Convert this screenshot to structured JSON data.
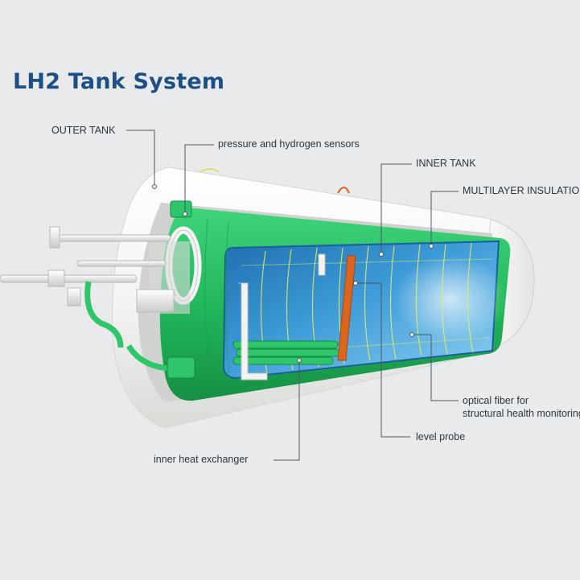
{
  "diagram": {
    "title": "LH2 Tank System",
    "labels": {
      "outer_tank": "OUTER TANK",
      "sensors": "pressure and hydrogen sensors",
      "inner_tank": "INNER TANK",
      "insulation": "MULTILAYER INSULATION",
      "optical_fiber_line1": "optical fiber for",
      "optical_fiber_line2": "structural health monitoring",
      "level_probe": "level probe",
      "heat_exchanger": "inner heat exchanger"
    },
    "colors": {
      "title": "#1c4f86",
      "leader": "#4b5966",
      "inner_tank_shell": "#2fc56b",
      "lh2": "#2a86c9",
      "level_probe": "#d9651f",
      "optical_fiber": "#e6f05a"
    }
  }
}
